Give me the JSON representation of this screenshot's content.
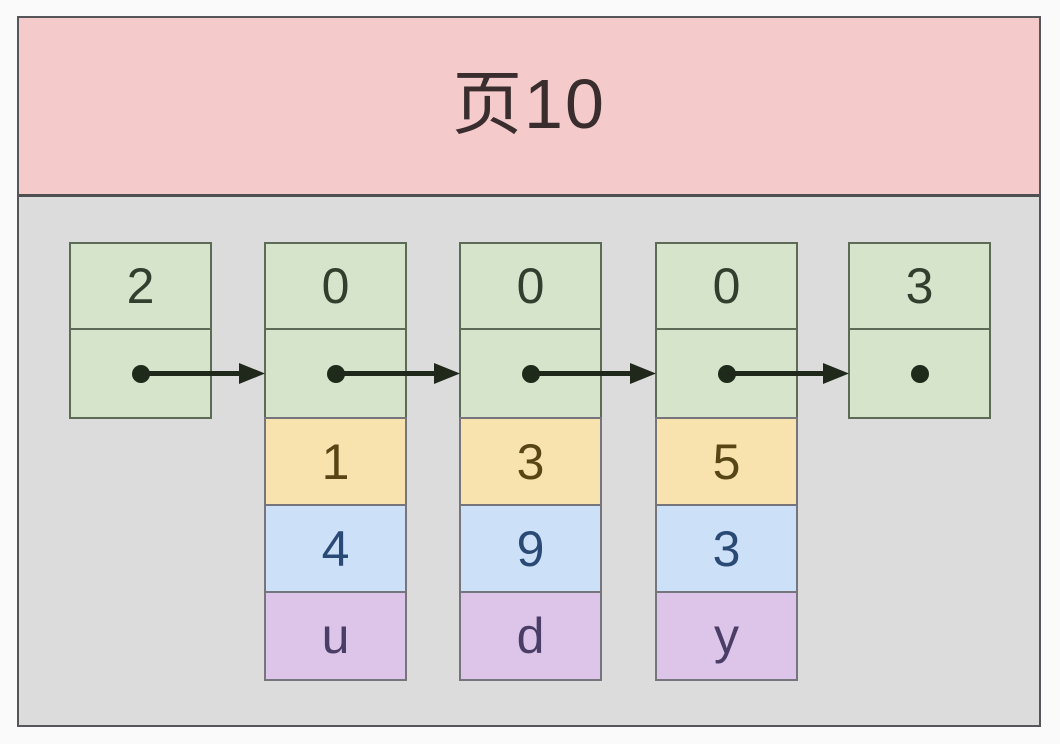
{
  "header": {
    "title": "页10",
    "background": "#f5caca",
    "text_color": "#392d2e"
  },
  "body_background": "#dcdcdc",
  "frame_border_color": "#55565a",
  "columns": [
    {
      "number": "2",
      "has_next_pointer": true,
      "points_to_column": 2,
      "fields": []
    },
    {
      "number": "0",
      "has_next_pointer": true,
      "points_to_column": 3,
      "fields": [
        {
          "value": "1",
          "color": "yellow"
        },
        {
          "value": "4",
          "color": "blue"
        },
        {
          "value": "u",
          "color": "purple"
        }
      ]
    },
    {
      "number": "0",
      "has_next_pointer": true,
      "points_to_column": 4,
      "fields": [
        {
          "value": "3",
          "color": "yellow"
        },
        {
          "value": "9",
          "color": "blue"
        },
        {
          "value": "d",
          "color": "purple"
        }
      ]
    },
    {
      "number": "0",
      "has_next_pointer": true,
      "points_to_column": 5,
      "fields": [
        {
          "value": "5",
          "color": "yellow"
        },
        {
          "value": "3",
          "color": "blue"
        },
        {
          "value": "y",
          "color": "purple"
        }
      ]
    },
    {
      "number": "3",
      "has_next_pointer": true,
      "points_to_column": null,
      "fields": []
    }
  ],
  "colors": {
    "green_fill": "#d6e4cc",
    "green_border": "#5d6a55",
    "yellow_fill": "#f8e3ae",
    "blue_fill": "#cce1f8",
    "purple_fill": "#dcc5e8",
    "field_border": "#75757b",
    "arrow": "#20281c",
    "green_text": "#323f2e",
    "yellow_text": "#584516",
    "blue_text": "#2a4a75",
    "purple_text": "#4a3d66"
  }
}
